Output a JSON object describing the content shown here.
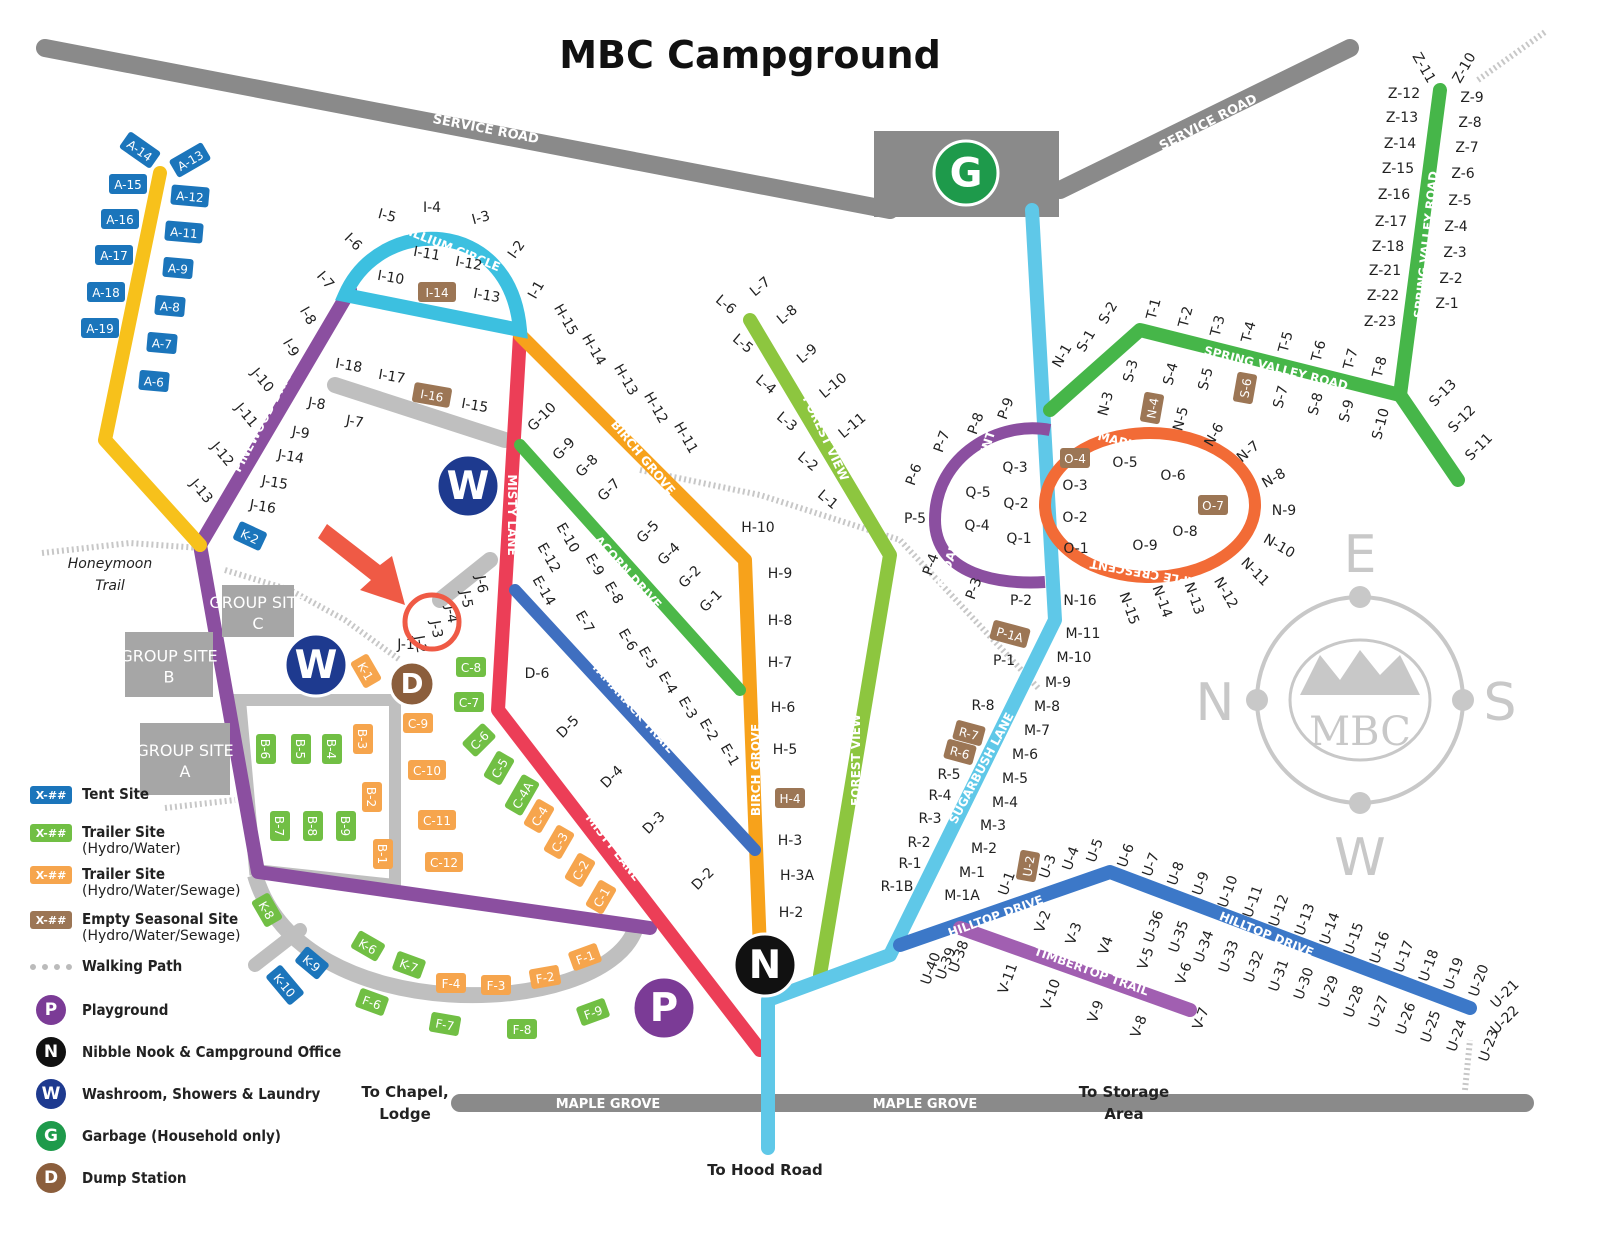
{
  "title": "MBC Campground",
  "colors": {
    "tent": "#1b75bb",
    "trailer_hydro": "#71bf44",
    "trailer_sewage": "#f6a54d",
    "seasonal": "#9c7655",
    "road_gray": "#8a8a8a",
    "pinewood": "#8b4fa0",
    "misty": "#ec3e57",
    "birch": "#f7a21b",
    "forest": "#8dc63f",
    "acorn": "#4cb848",
    "tamarack": "#3f6fc0",
    "sugarbush": "#5fc8e8",
    "trillium": "#3cc0e0",
    "maple": "#f26b36",
    "cedarwood": "#8b4fa0",
    "spring_valley": "#46b649",
    "hilltop": "#3c78c8",
    "timbertop": "#a15fb1",
    "sherwood": "#f7c11b",
    "path": "#c7c7c7",
    "arrow": "#ef5a45"
  },
  "roads": {
    "service_road": "SERVICE ROAD",
    "maple_grove": "MAPLE GROVE",
    "trillium": "TRILLIUM CIRCLE",
    "pinewood": "PINEWOOD DRIVE",
    "misty": "MISTY LANE",
    "birch": "BIRCH GROVE",
    "forest": "FOREST VIEW",
    "acorn": "ACORN DRIVE",
    "tamarack": "TAMARACK TRAIL",
    "sugarbush": "SUGARBUSH LANE",
    "maple_crescent": "MAPLE CRESCENT",
    "cedarwood": "CEDARWOOD CRESCENT",
    "spring_valley_road": "SPRING VALLEY ROAD",
    "hilltop": "HILLTOP DRIVE",
    "timbertop": "TIMBERTOP TRAIL"
  },
  "places": {
    "honeymoon": "Honeymoon Trail",
    "group_c": "GROUP SITE C",
    "group_b": "GROUP SITE B",
    "group_a": "GROUP SITE A",
    "to_chapel": "To Chapel, Lodge",
    "to_storage": "To Storage Area",
    "to_hood": "To Hood Road"
  },
  "facilities": {
    "G": "G",
    "N": "N",
    "W": "W",
    "D": "D",
    "P": "P"
  },
  "compass": {
    "e": "E",
    "n": "N",
    "s": "S",
    "w": "W",
    "logo": "MBC"
  },
  "site_badges": [
    {
      "id": "A-14",
      "t": "tent"
    },
    {
      "id": "A-13",
      "t": "tent"
    },
    {
      "id": "A-15",
      "t": "tent"
    },
    {
      "id": "A-12",
      "t": "tent"
    },
    {
      "id": "A-16",
      "t": "tent"
    },
    {
      "id": "A-11",
      "t": "tent"
    },
    {
      "id": "A-17",
      "t": "tent"
    },
    {
      "id": "A-9",
      "t": "tent"
    },
    {
      "id": "A-18",
      "t": "tent"
    },
    {
      "id": "A-8",
      "t": "tent"
    },
    {
      "id": "A-19",
      "t": "tent"
    },
    {
      "id": "A-7",
      "t": "tent"
    },
    {
      "id": "A-6",
      "t": "tent"
    },
    {
      "id": "K-2",
      "t": "tent"
    },
    {
      "id": "K-9",
      "t": "tent"
    },
    {
      "id": "K-10",
      "t": "tent"
    },
    {
      "id": "I-14",
      "t": "seasonal"
    },
    {
      "id": "I-16",
      "t": "seasonal"
    },
    {
      "id": "N-4",
      "t": "seasonal"
    },
    {
      "id": "S-6",
      "t": "seasonal"
    },
    {
      "id": "O-4",
      "t": "seasonal"
    },
    {
      "id": "O-7",
      "t": "seasonal"
    },
    {
      "id": "P-1A",
      "t": "seasonal"
    },
    {
      "id": "R-7",
      "t": "seasonal"
    },
    {
      "id": "R-6",
      "t": "seasonal"
    },
    {
      "id": "H-4",
      "t": "seasonal"
    },
    {
      "id": "U-2",
      "t": "seasonal"
    },
    {
      "id": "C-8",
      "t": "hydro"
    },
    {
      "id": "C-7",
      "t": "hydro"
    },
    {
      "id": "C-6",
      "t": "hydro"
    },
    {
      "id": "C-5",
      "t": "hydro"
    },
    {
      "id": "C-4A",
      "t": "hydro"
    },
    {
      "id": "B-6",
      "t": "hydro"
    },
    {
      "id": "B-5",
      "t": "hydro"
    },
    {
      "id": "B-4",
      "t": "hydro"
    },
    {
      "id": "B-7",
      "t": "hydro"
    },
    {
      "id": "B-8",
      "t": "hydro"
    },
    {
      "id": "B-9",
      "t": "hydro"
    },
    {
      "id": "K-8",
      "t": "hydro"
    },
    {
      "id": "K-6",
      "t": "hydro"
    },
    {
      "id": "K-7",
      "t": "hydro"
    },
    {
      "id": "F-6",
      "t": "hydro"
    },
    {
      "id": "F-7",
      "t": "hydro"
    },
    {
      "id": "F-8",
      "t": "hydro"
    },
    {
      "id": "F-9",
      "t": "hydro"
    },
    {
      "id": "K-1",
      "t": "sewage"
    },
    {
      "id": "C-9",
      "t": "sewage"
    },
    {
      "id": "C-10",
      "t": "sewage"
    },
    {
      "id": "C-11",
      "t": "sewage"
    },
    {
      "id": "C-12",
      "t": "sewage"
    },
    {
      "id": "B-3",
      "t": "sewage"
    },
    {
      "id": "B-2",
      "t": "sewage"
    },
    {
      "id": "B-1",
      "t": "sewage"
    },
    {
      "id": "C-4",
      "t": "sewage"
    },
    {
      "id": "C-3",
      "t": "sewage"
    },
    {
      "id": "C-2",
      "t": "sewage"
    },
    {
      "id": "C-1",
      "t": "sewage"
    },
    {
      "id": "F-4",
      "t": "sewage"
    },
    {
      "id": "F-3",
      "t": "sewage"
    },
    {
      "id": "F-2",
      "t": "sewage"
    },
    {
      "id": "F-1",
      "t": "sewage"
    }
  ],
  "site_labels": [
    "I-5",
    "I-4",
    "I-3",
    "I-6",
    "I-2",
    "I-11",
    "I-12",
    "I-10",
    "I-13",
    "I-7",
    "I-1",
    "I-8",
    "I-9",
    "I-18",
    "I-17",
    "I-15",
    "H-15",
    "H-14",
    "H-13",
    "H-12",
    "H-11",
    "H-10",
    "H-9",
    "H-8",
    "H-7",
    "H-6",
    "H-5",
    "H-3",
    "H-3A",
    "H-2",
    "J-10",
    "J-11",
    "J-8",
    "J-9",
    "J-7",
    "J-12",
    "J-14",
    "J-13",
    "J-15",
    "J-16",
    "J-6",
    "J-5",
    "J-4",
    "J-3",
    "J-2",
    "J-1",
    "G-10",
    "G-9",
    "G-8",
    "G-7",
    "G-5",
    "G-4",
    "G-2",
    "G-1",
    "E-10",
    "E-9",
    "E-8",
    "E-7",
    "E-12",
    "E-14",
    "E-6",
    "E-5",
    "E-4",
    "E-3",
    "E-2",
    "E-1",
    "D-6",
    "D-5",
    "D-4",
    "D-3",
    "D-2",
    "L-7",
    "L-6",
    "L-8",
    "L-5",
    "L-9",
    "L-4",
    "L-10",
    "L-3",
    "L-11",
    "L-2",
    "L-1",
    "Z-11",
    "Z-10",
    "Z-12",
    "Z-9",
    "Z-13",
    "Z-8",
    "Z-14",
    "Z-7",
    "Z-15",
    "Z-6",
    "Z-16",
    "Z-5",
    "Z-17",
    "Z-4",
    "Z-18",
    "Z-3",
    "Z-21",
    "Z-2",
    "Z-22",
    "Z-1",
    "Z-23",
    "S-2",
    "S-1",
    "T-1",
    "T-2",
    "T-3",
    "T-4",
    "T-5",
    "T-6",
    "T-7",
    "T-8",
    "N-1",
    "S-3",
    "S-4",
    "S-5",
    "S-7",
    "S-8",
    "S-9",
    "S-10",
    "S-13",
    "S-12",
    "S-11",
    "P-9",
    "P-8",
    "P-7",
    "P-6",
    "P-5",
    "P-4",
    "P-3",
    "P-2",
    "P-1",
    "N-3",
    "N-5",
    "N-6",
    "N-7",
    "N-8",
    "N-9",
    "N-10",
    "N-11",
    "N-12",
    "N-13",
    "N-14",
    "N-15",
    "N-16",
    "Q-3",
    "Q-5",
    "Q-2",
    "Q-4",
    "Q-1",
    "O-5",
    "O-3",
    "O-6",
    "O-2",
    "O-8",
    "O-1",
    "O-9",
    "M-11",
    "M-10",
    "M-9",
    "M-8",
    "M-7",
    "M-6",
    "M-5",
    "M-4",
    "M-3",
    "M-2",
    "M-1",
    "M-1A",
    "R-8",
    "R-5",
    "R-4",
    "R-3",
    "R-2",
    "R-1",
    "R-1B",
    "U-5",
    "U-6",
    "U-4",
    "U-3",
    "U-7",
    "U-8",
    "U-1",
    "U-9",
    "U-10",
    "U-11",
    "U-12",
    "U-13",
    "U-14",
    "U-15",
    "U-16",
    "U-17",
    "U-18",
    "U-19",
    "U-20",
    "U-21",
    "U-22",
    "U-23",
    "U-24",
    "U-25",
    "U-26",
    "U-27",
    "U-28",
    "U-29",
    "U-30",
    "U-31",
    "U-32",
    "U-33",
    "U-34",
    "U-35",
    "U-36",
    "U-38",
    "U-39",
    "U-40",
    "V-2",
    "V-3",
    "V4",
    "V-5",
    "V-6",
    "V-7",
    "V-8",
    "V-9",
    "V-10",
    "V-11"
  ],
  "legend": [
    {
      "swatch": "X-##",
      "kind": "tent",
      "label": "Tent Site",
      "sub": ""
    },
    {
      "swatch": "X-##",
      "kind": "hydro",
      "label": "Trailer Site",
      "sub": "(Hydro/Water)"
    },
    {
      "swatch": "X-##",
      "kind": "sewage",
      "label": "Trailer Site",
      "sub": "(Hydro/Water/Sewage)"
    },
    {
      "swatch": "X-##",
      "kind": "seasonal",
      "label": "Empty Seasonal Site",
      "sub": "(Hydro/Water/Sewage)"
    },
    {
      "swatch": "",
      "kind": "path",
      "label": "Walking Path",
      "sub": ""
    },
    {
      "swatch": "P",
      "kind": "playground",
      "label": "Playground",
      "sub": ""
    },
    {
      "swatch": "N",
      "kind": "office",
      "label": "Nibble Nook & Campground Office",
      "sub": ""
    },
    {
      "swatch": "W",
      "kind": "washroom",
      "label": "Washroom, Showers & Laundry",
      "sub": ""
    },
    {
      "swatch": "G",
      "kind": "garbage",
      "label": "Garbage (Household only)",
      "sub": ""
    },
    {
      "swatch": "D",
      "kind": "dump",
      "label": "Dump Station",
      "sub": ""
    }
  ]
}
